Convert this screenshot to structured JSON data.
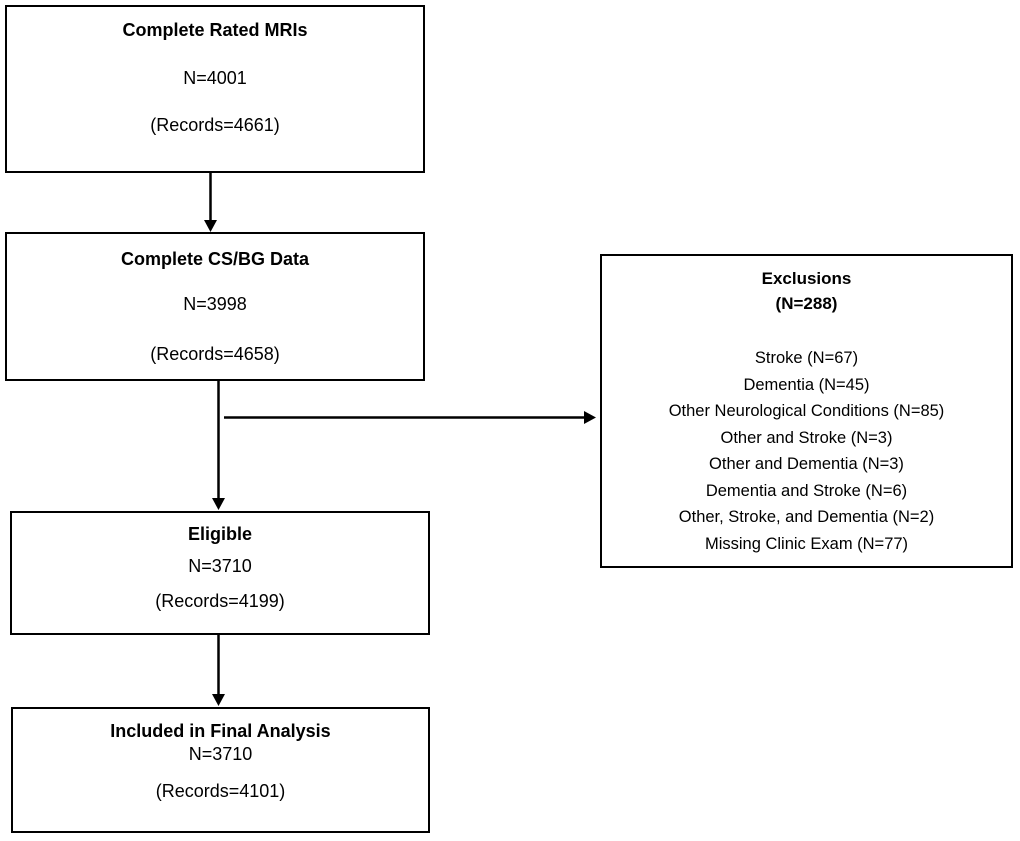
{
  "flowchart": {
    "boxes": [
      {
        "id": "complete-rated-mris",
        "title": "Complete Rated MRIs",
        "n": "N=4001",
        "records": "(Records=4661)"
      },
      {
        "id": "complete-csbg-data",
        "title": "Complete CS/BG Data",
        "n": "N=3998",
        "records": "(Records=4658)"
      },
      {
        "id": "eligible",
        "title": "Eligible",
        "n": "N=3710",
        "records": "(Records=4199)"
      },
      {
        "id": "included-final-analysis",
        "title": "Included in Final Analysis",
        "n": "N=3710",
        "records": "(Records=4101)"
      }
    ],
    "exclusions": {
      "title": "Exclusions",
      "subtitle": "(N=288)",
      "items": [
        "Stroke (N=67)",
        "Dementia (N=45)",
        "Other Neurological Conditions (N=85)",
        "Other and Stroke  (N=3)",
        "Other and Dementia (N=3)",
        "Dementia and Stroke (N=6)",
        "Other, Stroke, and Dementia (N=2)",
        "Missing Clinic Exam (N=77)"
      ]
    },
    "colors": {
      "border": "#000000",
      "text": "#000000",
      "background": "#ffffff"
    }
  }
}
